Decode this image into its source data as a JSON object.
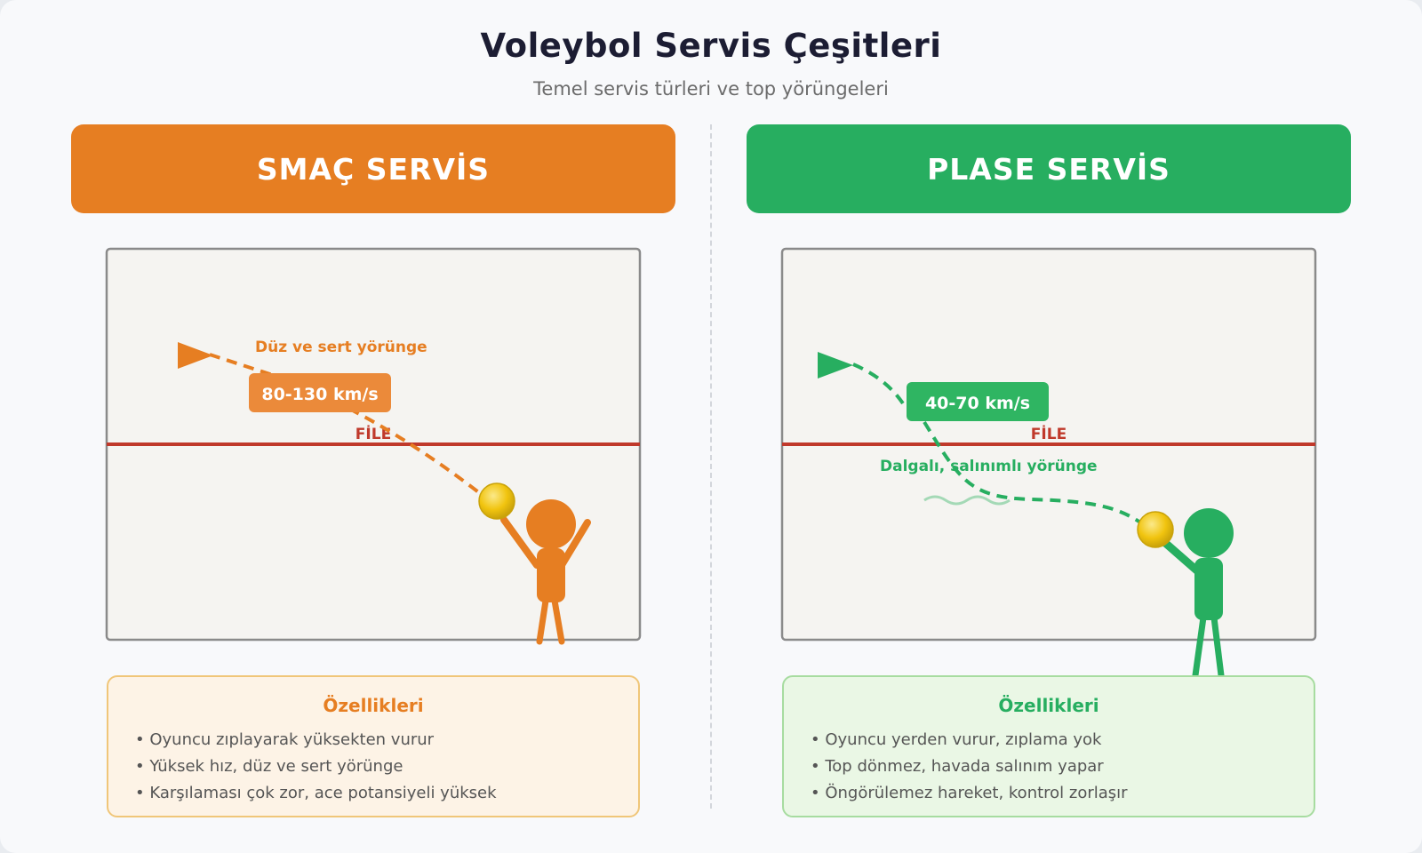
{
  "page": {
    "title": "Voleybol Servis Çeşitleri",
    "subtitle": "Temel servis türleri ve top yörüngeleri"
  },
  "colors": {
    "smash": "#e67e22",
    "float": "#27ae60",
    "net": "#c0392b",
    "ball": "#f1c40f"
  },
  "smash": {
    "header": "SMAÇ SERVİS",
    "trajectory_label": "Düz ve sert yörünge",
    "speed": "80-130 km/s",
    "net_label": "FİLE",
    "features_title": "Özellikleri",
    "features": [
      "Oyuncu zıplayarak yüksekten vurur",
      "Yüksek hız, düz ve sert yörünge",
      "Karşılaması çok zor, ace potansiyeli yüksek"
    ]
  },
  "float": {
    "header": "PLASE SERVİS",
    "trajectory_label": "Dalgalı, salınımlı yörünge",
    "speed": "40-70 km/s",
    "net_label": "FİLE",
    "features_title": "Özellikleri",
    "features": [
      "Oyuncu yerden vurur, zıplama yok",
      "Top dönmez, havada salınım yapar",
      "Öngörülemez hareket, kontrol zorlaşır"
    ]
  }
}
